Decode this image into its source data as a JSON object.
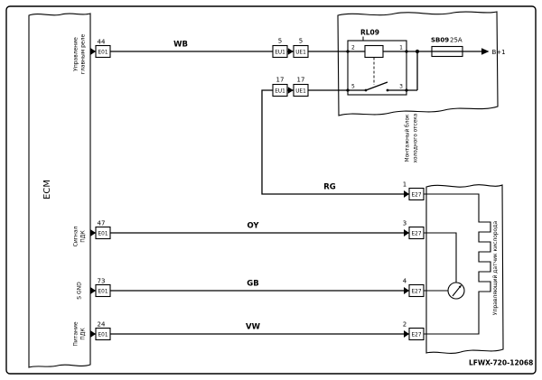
{
  "doc_number": "LFWX-720-12068",
  "colors": {
    "ink": "#000000",
    "paper": "#ffffff"
  },
  "ecm": {
    "label": "ECM",
    "pins": [
      {
        "number": "44",
        "connector": "E01",
        "signal_line1": "Управление",
        "signal_line2": "главным реле"
      },
      {
        "number": "47",
        "connector": "E01",
        "signal_line1": "Сигнал",
        "signal_line2": "ПДК"
      },
      {
        "number": "73",
        "connector": "E01",
        "signal_line1": "S GND"
      },
      {
        "number": "24",
        "connector": "E01",
        "signal_line1": "Питание",
        "signal_line2": "ПДК"
      }
    ]
  },
  "wires": {
    "wb": "WB",
    "rg": "RG",
    "oy": "OY",
    "gb": "GB",
    "vw": "VW"
  },
  "junctions": {
    "row1": {
      "left_number": "5",
      "left_code": "EU1",
      "right_number": "5",
      "right_code": "UE1"
    },
    "row2": {
      "left_number": "17",
      "left_code": "EU1",
      "right_number": "17",
      "right_code": "UE1"
    }
  },
  "mounting_block": {
    "label_line1": "Монтажный блок",
    "label_line2": "холодного отсека",
    "relay": {
      "id": "RL09",
      "pin_top_left": "2",
      "pin_top_right": "1",
      "pin_bottom_left": "5",
      "pin_bottom_right": "3"
    },
    "fuse": {
      "id": "SB09",
      "rating": "25A"
    },
    "power_label": "B+1"
  },
  "sensor": {
    "label": "Управляющий датчик кислорода",
    "pins": [
      {
        "number": "1",
        "connector": "E27"
      },
      {
        "number": "3",
        "connector": "E27"
      },
      {
        "number": "4",
        "connector": "E27"
      },
      {
        "number": "2",
        "connector": "E27"
      }
    ]
  }
}
